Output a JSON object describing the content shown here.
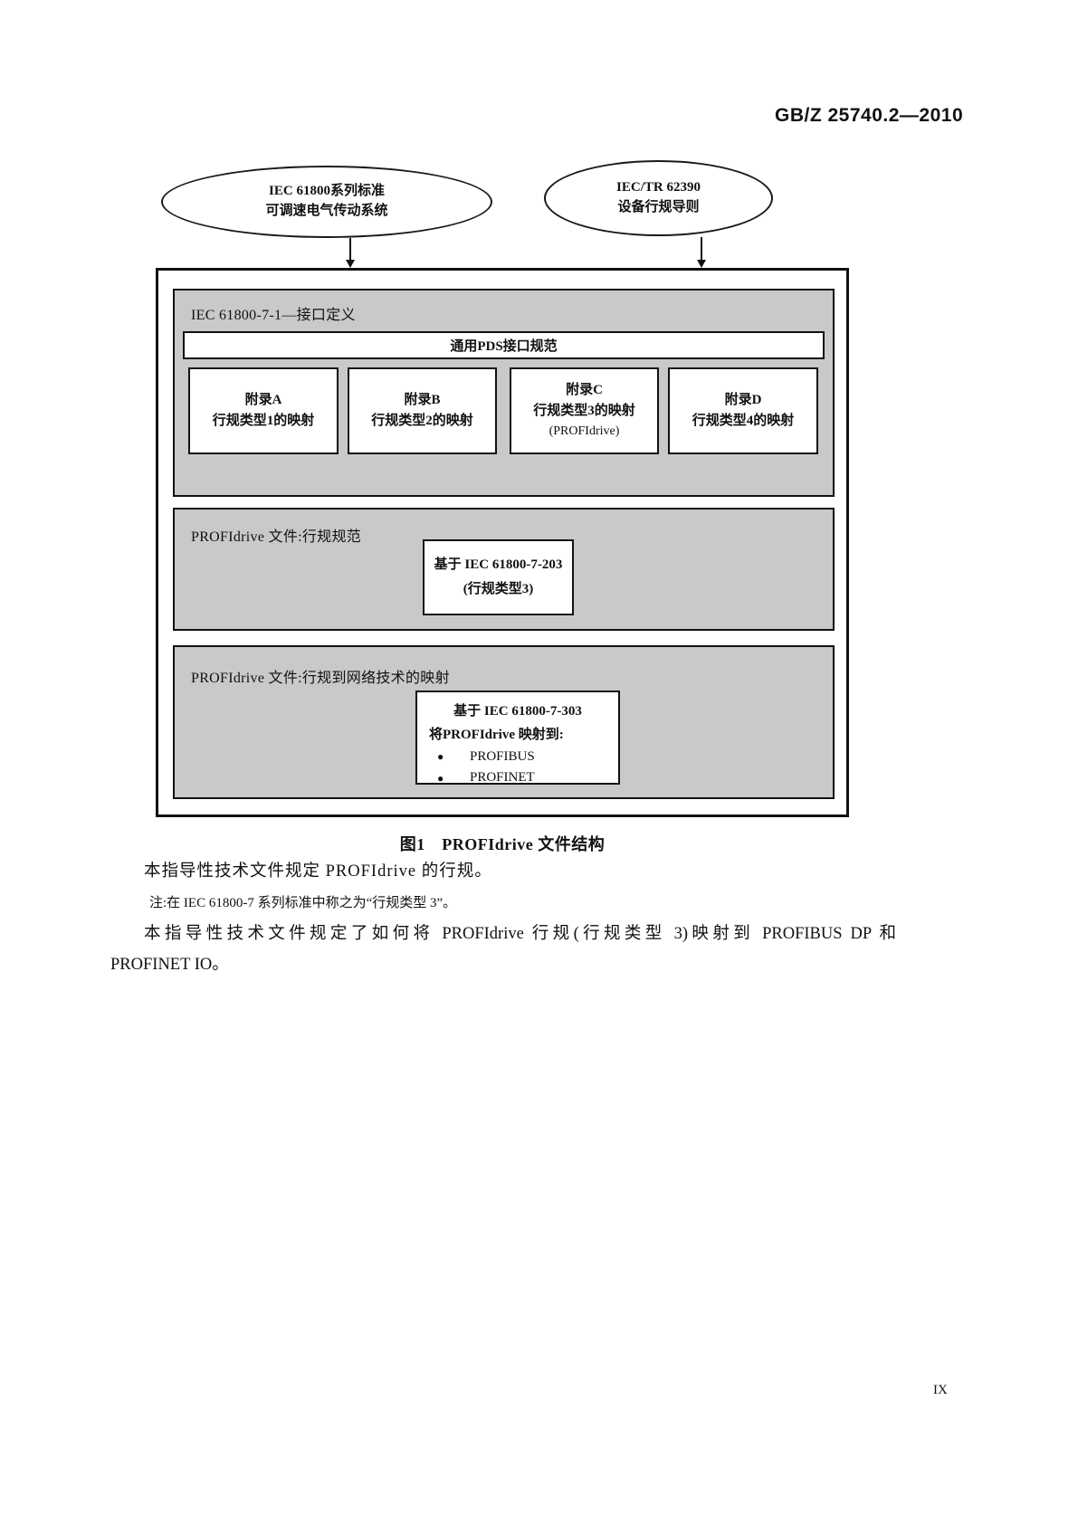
{
  "page": {
    "header": "GB/Z 25740.2—2010",
    "page_number": "IX"
  },
  "figure": {
    "caption": "图1　PROFIdrive 文件结构",
    "source_left": {
      "line1": "IEC 61800系列标准",
      "line2": "可调速电气传动系统"
    },
    "source_right": {
      "line1": "IEC/TR 62390",
      "line2": "设备行规导则"
    },
    "interface_section": {
      "title": "IEC 61800-7-1—接口定义",
      "bar_label": "通用PDS接口规范",
      "annex_boxes": [
        {
          "line1": "附录A",
          "line2": "行规类型1的映射",
          "line3": ""
        },
        {
          "line1": "附录B",
          "line2": "行规类型2的映射",
          "line3": ""
        },
        {
          "line1": "附录C",
          "line2": "行规类型3的映射",
          "line3": "(PROFIdrive)"
        },
        {
          "line1": "附录D",
          "line2": "行规类型4的映射",
          "line3": ""
        }
      ]
    },
    "profile_section": {
      "title": "PROFIdrive 文件:行规规范",
      "box_line1": "基于 IEC 61800-7-203",
      "box_line2": "(行规类型3)"
    },
    "mapping_section": {
      "title": "PROFIdrive 文件:行规到网络技术的映射",
      "box_title": "基于 IEC 61800-7-303",
      "box_subtitle": "将PROFIdrive 映射到:",
      "bullet_char": "●",
      "bullets": [
        "PROFIBUS",
        "PROFINET"
      ]
    }
  },
  "body": {
    "para1": "本指导性技术文件规定 PROFIdrive 的行规。",
    "note": "注:在 IEC 61800-7 系列标准中称之为“行规类型 3”。",
    "para2_line1": "本指导性技术文件规定了如何将 PROFIdrive 行规(行规类型 3)映射到 PROFIBUS DP 和",
    "para2_line2": "PROFINET IO。"
  },
  "colors": {
    "section_fill": "#c9c9c9",
    "line": "#111111",
    "page_bg": "#ffffff"
  }
}
